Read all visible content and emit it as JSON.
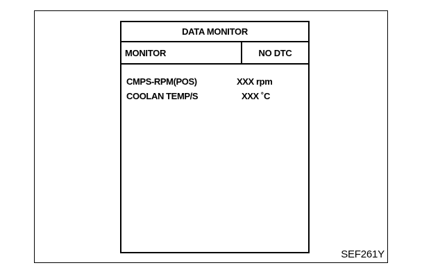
{
  "screen": {
    "title": "DATA MONITOR",
    "header": {
      "monitor_label": "MONITOR",
      "status_label": "NO DTC"
    },
    "readings": [
      {
        "name": "CMPS-RPM(POS)",
        "value": "XXX rpm"
      },
      {
        "name": "COOLAN TEMP/S",
        "value": "XXX ˚C"
      }
    ]
  },
  "figure_code": "SEF261Y",
  "colors": {
    "ink": "#000000",
    "background": "#ffffff"
  }
}
